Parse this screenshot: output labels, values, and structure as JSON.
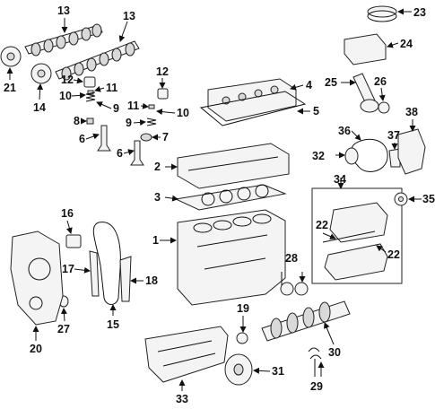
{
  "callouts": [
    "1",
    "2",
    "3",
    "4",
    "5",
    "6",
    "6",
    "7",
    "8",
    "9",
    "9",
    "10",
    "10",
    "11",
    "11",
    "12",
    "12",
    "13",
    "13",
    "14",
    "15",
    "16",
    "17",
    "18",
    "19",
    "20",
    "21",
    "22",
    "22",
    "23",
    "24",
    "25",
    "26",
    "27",
    "28",
    "29",
    "30",
    "31",
    "32",
    "33",
    "34",
    "35",
    "36",
    "37",
    "38"
  ]
}
